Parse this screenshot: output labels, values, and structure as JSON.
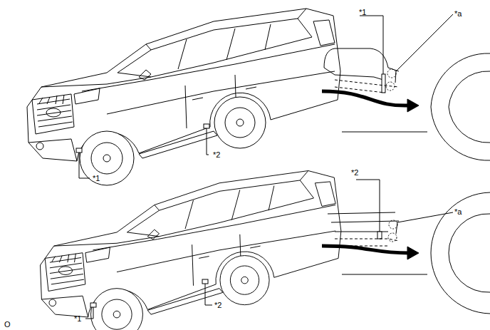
{
  "diagram": {
    "labels": [
      "*1",
      "*a",
      "*2",
      "*1",
      "*2",
      "*a",
      "*2",
      "*1",
      "O"
    ]
  }
}
